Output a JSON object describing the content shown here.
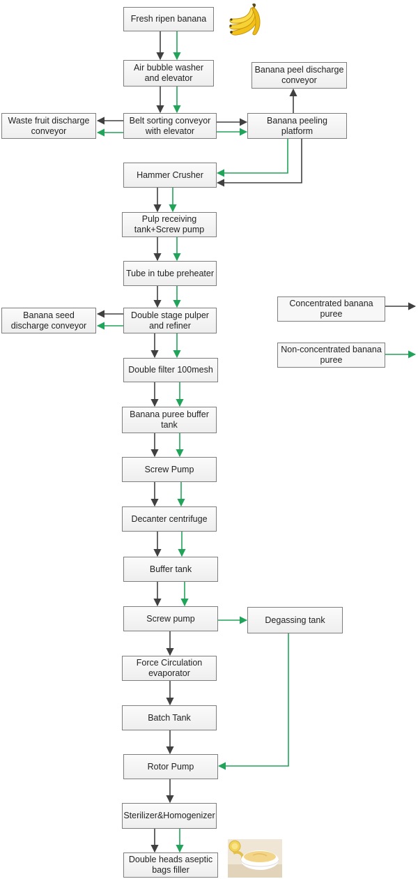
{
  "nodes": {
    "fresh_banana": "Fresh ripen banana",
    "air_bubble_washer": "Air bubble washer and elevator",
    "belt_sorting": "Belt sorting conveyor with elevator",
    "waste_fruit": "Waste fruit discharge conveyor",
    "banana_peeling": "Banana peeling platform",
    "banana_peel_discharge": "Banana peel discharge conveyor",
    "hammer_crusher": "Hammer Crusher",
    "pulp_receiving": "Pulp receiving tank+Screw pump",
    "tube_preheater": "Tube in tube preheater",
    "double_stage_pulper": "Double stage pulper and refiner",
    "banana_seed_discharge": "Banana seed discharge conveyor",
    "double_filter": "Double filter 100mesh",
    "puree_buffer_tank": "Banana puree buffer tank",
    "screw_pump_1": "Screw Pump",
    "decanter": "Decanter centrifuge",
    "buffer_tank": "Buffer tank",
    "screw_pump_2": "Screw pump",
    "degassing_tank": "Degassing tank",
    "force_circulation": "Force Circulation evaporator",
    "batch_tank": "Batch Tank",
    "rotor_pump": "Rotor Pump",
    "sterilizer": "Sterilizer&Homogenizer",
    "aseptic_filler": "Double heads aseptic bags filler"
  },
  "legend": {
    "concentrated": "Concentrated banana puree",
    "non_concentrated": "Non-concentrated banana puree"
  },
  "colors": {
    "concentrated": "#404040",
    "non_concentrated": "#21a359"
  },
  "icons": {
    "banana": "banana-bunch-icon",
    "puree": "banana-puree-bowl-icon"
  }
}
